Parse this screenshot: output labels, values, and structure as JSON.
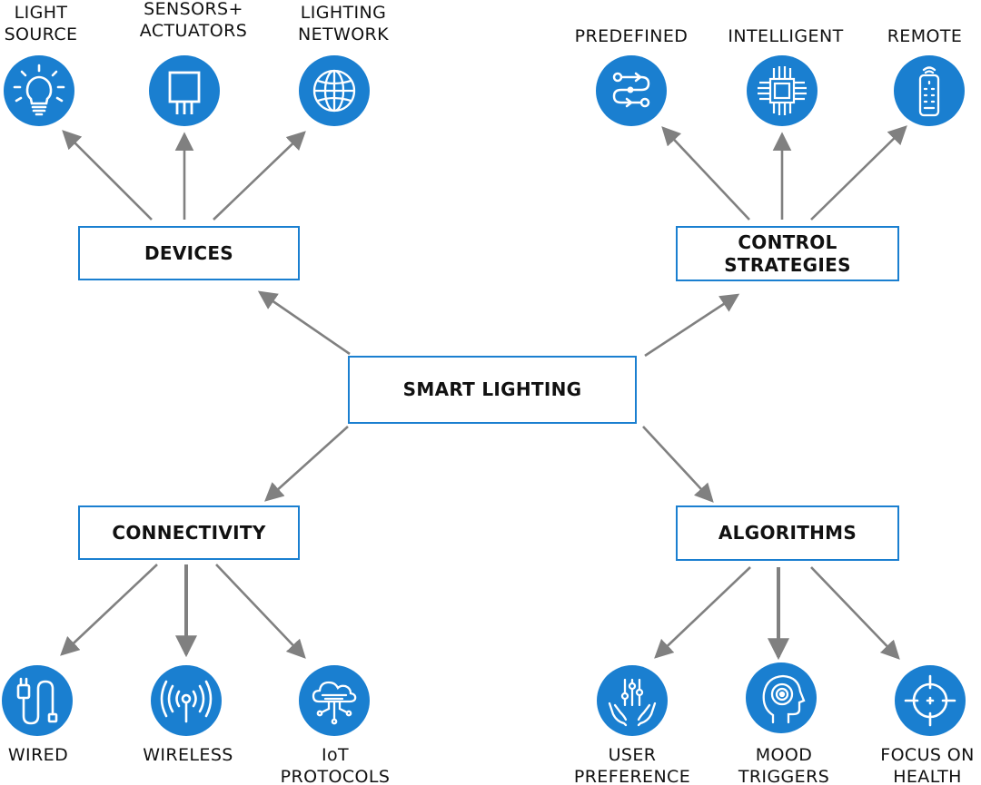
{
  "colors": {
    "accent": "#1a7fd0",
    "arrow": "#808080",
    "text": "#111111"
  },
  "center": {
    "label": "SMART LIGHTING"
  },
  "categories": {
    "devices": {
      "label": "DEVICES"
    },
    "control": {
      "line1": "CONTROL",
      "line2": "STRATEGIES"
    },
    "connectivity": {
      "label": "CONNECTIVITY"
    },
    "algorithms": {
      "label": "ALGORITHMS"
    }
  },
  "leaves": {
    "light_source": {
      "line1": "LIGHT",
      "line2": "SOURCE",
      "icon": "light-bulb-icon"
    },
    "sensors": {
      "line1": "SENSORS+",
      "line2": "ACTUATORS",
      "icon": "sensor-chip-icon"
    },
    "network": {
      "line1": "LIGHTING",
      "line2": "NETWORK",
      "icon": "globe-network-icon"
    },
    "predefined": {
      "line1": "PREDEFINED",
      "icon": "flow-path-icon"
    },
    "intelligent": {
      "line1": "INTELLIGENT",
      "icon": "cpu-chip-icon"
    },
    "remote": {
      "line1": "REMOTE",
      "icon": "remote-control-icon"
    },
    "wired": {
      "line1": "WIRED",
      "icon": "plug-cable-icon"
    },
    "wireless": {
      "line1": "WIRELESS",
      "icon": "wireless-signal-icon"
    },
    "iot": {
      "line1": "IoT",
      "line2": "PROTOCOLS",
      "icon": "cloud-network-icon"
    },
    "user_pref": {
      "line1": "USER",
      "line2": "PREFERENCE",
      "icon": "hands-sliders-icon"
    },
    "mood": {
      "line1": "MOOD",
      "line2": "TRIGGERS",
      "icon": "head-brain-icon"
    },
    "focus": {
      "line1": "FOCUS ON",
      "line2": "HEALTH",
      "icon": "target-crosshair-icon"
    }
  }
}
